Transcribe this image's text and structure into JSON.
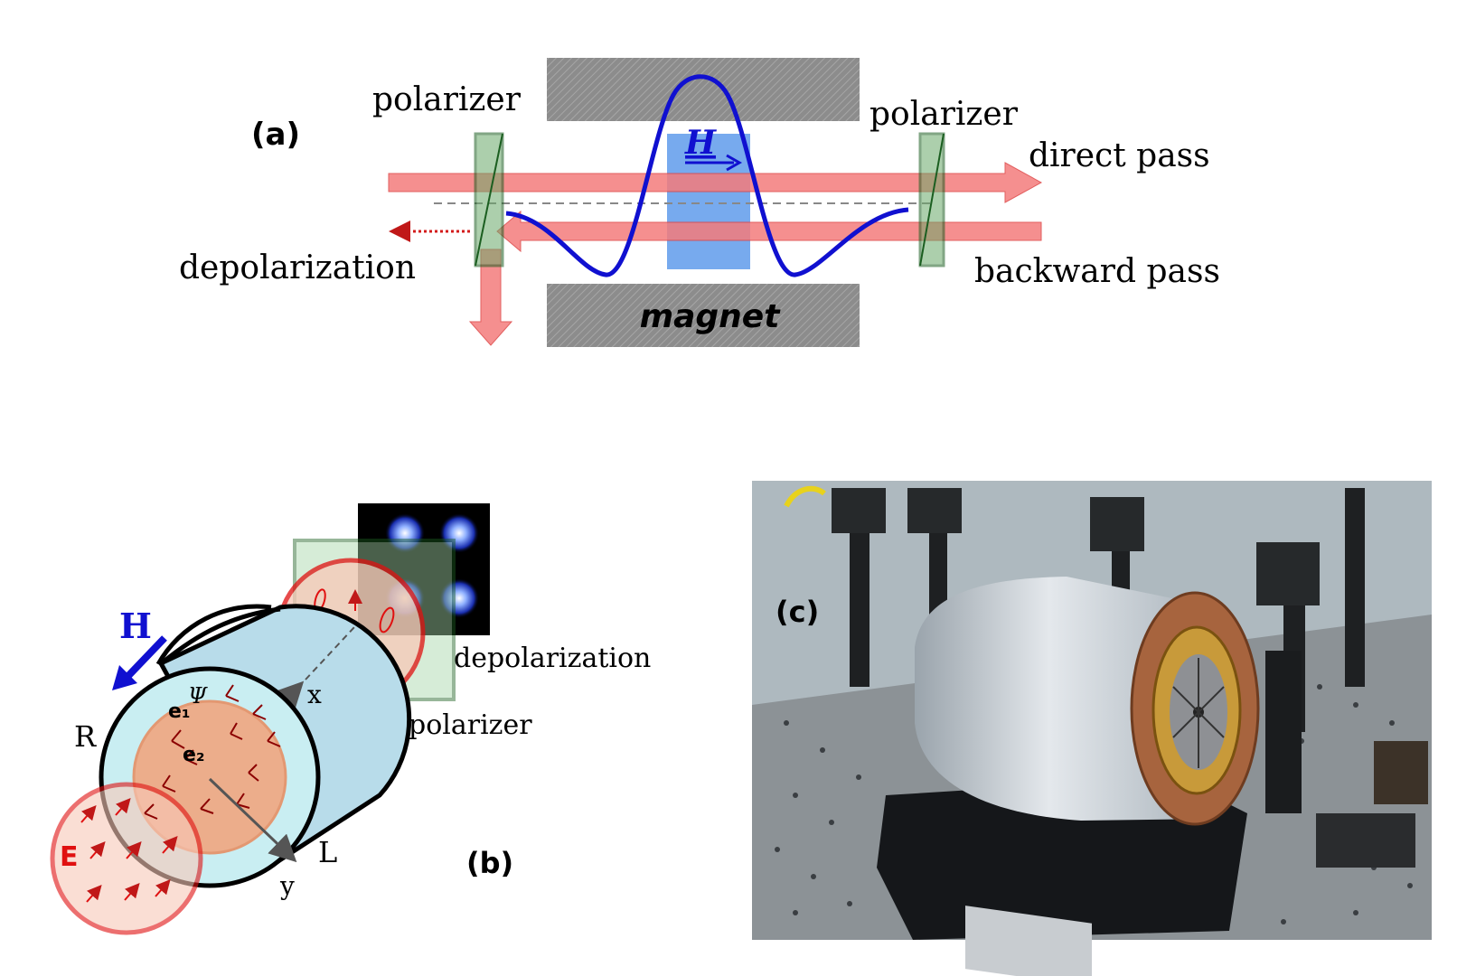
{
  "panel_a": {
    "label": "(a)",
    "polarizer_left": "polarizer",
    "polarizer_right": "polarizer",
    "direct_pass": "direct pass",
    "backward_pass": "backward pass",
    "depolarization": "depolarization",
    "magnet": "magnet",
    "field": "H"
  },
  "panel_b": {
    "label": "(b)",
    "field": "H",
    "radius": "R",
    "length": "L",
    "x_axis": "x",
    "y_axis": "y",
    "efield": "E",
    "e1": "e₁",
    "e2": "e₂",
    "psi": "Ψ",
    "depolarization": "depolarization",
    "polarizer": "polarizer"
  },
  "panel_c": {
    "label": "(c)"
  },
  "colors": {
    "beam": "#f47c7c",
    "field_curve": "#1010d0",
    "magnet_gray": "#8a8a8a",
    "polarizer_green": "#2e7d32",
    "cylinder_blue": "#b8dcea",
    "core_orange": "#f3a27a"
  }
}
